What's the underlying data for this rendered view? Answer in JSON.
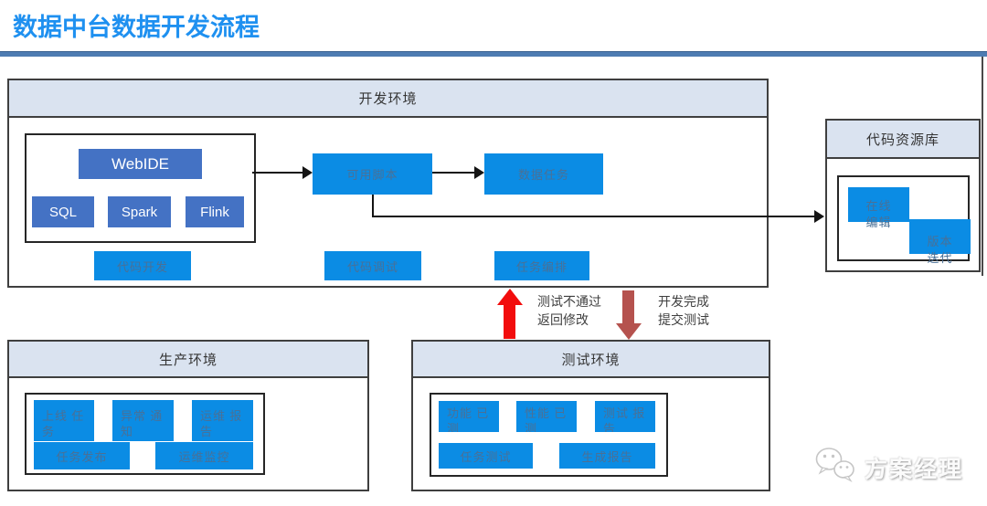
{
  "title": "数据中台数据开发流程",
  "panels": {
    "dev": "开发环境",
    "repo": "代码资源库",
    "prod": "生产环境",
    "test": "测试环境"
  },
  "dev": {
    "webide": "WebIDE",
    "sql": "SQL",
    "spark": "Spark",
    "flink": "Flink",
    "available_script": "可用脚本",
    "data_task": "数据任务",
    "code_dev": "代码开发",
    "code_debug": "代码调试",
    "task_orchestrate": "任务编排"
  },
  "repo": {
    "online_edit": [
      "在线",
      "编辑"
    ],
    "version_iteration": [
      "版本",
      "迭代"
    ]
  },
  "prod": {
    "online_task": [
      "上线 任",
      "务"
    ],
    "exception_notify": [
      "异常 通",
      "知"
    ],
    "ops_report": [
      "运维 报",
      "告"
    ],
    "task_release": "任务发布",
    "ops_monitor": "运维监控"
  },
  "test": {
    "func_done": [
      "功能 已",
      "测"
    ],
    "perf_done": [
      "性能 已",
      "测"
    ],
    "test_report": [
      "测试 报",
      "告"
    ],
    "task_test": "任务测试",
    "gen_report": "生成报告"
  },
  "flow_labels": {
    "fail": [
      "测试不通过",
      "返回修改"
    ],
    "done": [
      "开发完成",
      "提交测试"
    ]
  },
  "watermark": {
    "text": "方案经理",
    "icon": "wechat-logo"
  },
  "colors": {
    "title_blue": "#1E90F0",
    "rule_blue": "#4E7CB2",
    "bright_blue": "#0B8CE4",
    "office_blue": "#4472C4",
    "panel_header_bg": "#DAE3F0",
    "muted_box_text": "#4A7096",
    "arrow_red": "#F20D0D",
    "arrow_dark_red": "#B5524E"
  }
}
